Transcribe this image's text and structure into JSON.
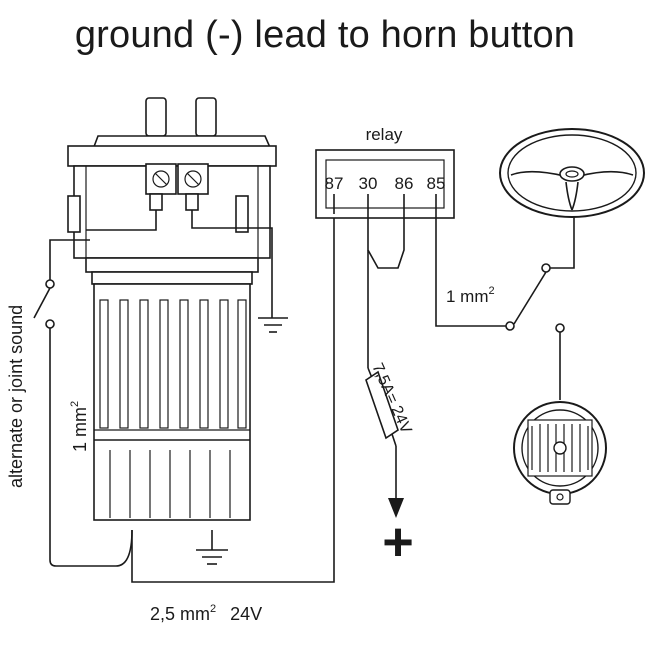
{
  "title": "ground (-) lead to horn button",
  "relay": {
    "label": "relay",
    "pins": [
      "87",
      "30",
      "86",
      "85"
    ]
  },
  "labels": {
    "switch_side": "alternate or joint sound",
    "wire_left": "1 mm",
    "wire_left_sup": "2",
    "wire_right": "1 mm",
    "wire_right_sup": "2",
    "fuse": "7,5A= 24V",
    "bottom_wire": "2,5 mm",
    "bottom_wire_sup": "2",
    "bottom_voltage": "24V",
    "plus": "+"
  },
  "icons": [
    "compressor-icon",
    "steering-wheel-icon",
    "horn-speaker-icon",
    "ground-icon",
    "fuse-icon",
    "switch-icon"
  ]
}
